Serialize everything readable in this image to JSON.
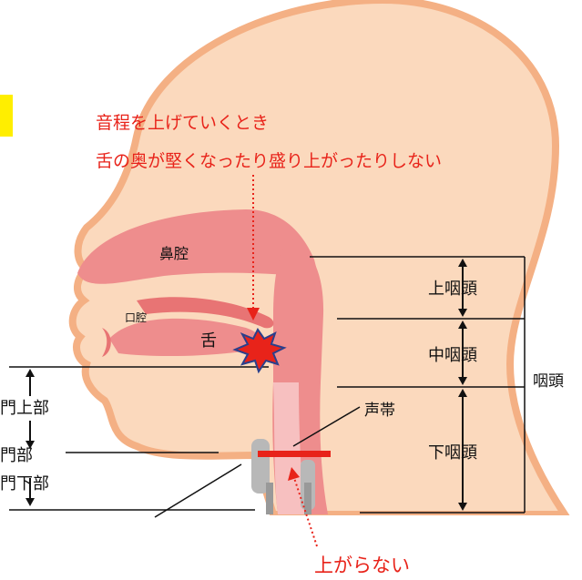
{
  "annotation": {
    "line1": "音程を上げていくとき",
    "line2": "舌の奥が堅くなったり盛り上がったりしない"
  },
  "labels": {
    "nasal_cavity": "鼻腔",
    "oral_cavity": "口腔",
    "tongue": "舌",
    "vocal_cords": "声帯",
    "upper_pharynx": "上咽頭",
    "middle_pharynx": "中咽頭",
    "lower_pharynx": "下咽頭",
    "pharynx": "咽頭",
    "larynx_upper": "門上部",
    "larynx_mid": "門部",
    "larynx_lower": "門下部",
    "not_raise": "上がらない"
  },
  "colors": {
    "skin": "#fbd9bd",
    "skin_outline": "#f4b084",
    "cavity": "#ee8d8d",
    "cavity_dark": "#e87474",
    "throat_light": "#f7c0c0",
    "accent_red": "#e8231a",
    "marker_yellow": "#ffee00",
    "starburst_blue": "#2a3f8c"
  },
  "icons": {
    "tongue_marker": "red-starburst-icon",
    "vocal_bar": "red-bar"
  }
}
